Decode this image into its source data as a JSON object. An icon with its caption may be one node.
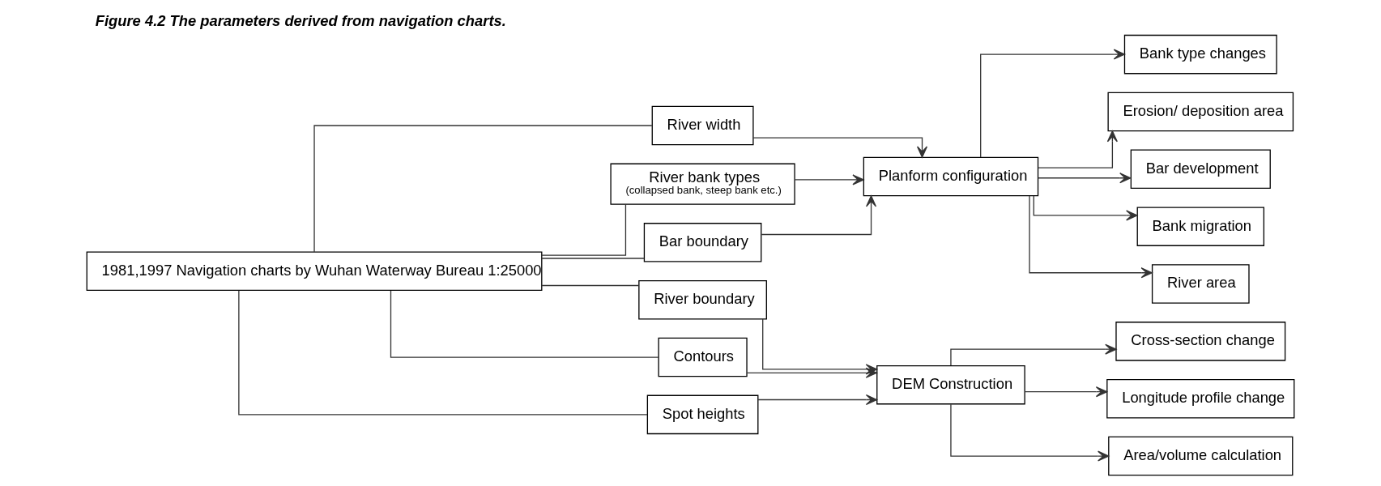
{
  "diagram": {
    "title": "Figure 4.2 The parameters derived from navigation charts.",
    "nodes": [
      {
        "text": [
          "1981,1997 Navigation charts by Wuhan Waterway Bureau 1:25000"
        ]
      },
      {
        "text": [
          "River width"
        ]
      },
      {
        "text": [
          "River bank types",
          "(collapsed bank, steep bank etc.)"
        ]
      },
      {
        "text": [
          "Bar boundary"
        ]
      },
      {
        "text": [
          "River boundary"
        ]
      },
      {
        "text": [
          "Contours"
        ]
      },
      {
        "text": [
          "Spot heights"
        ]
      },
      {
        "text": [
          "Planform configuration"
        ]
      },
      {
        "text": [
          "DEM Construction"
        ]
      },
      {
        "text": [
          "Bank type changes"
        ]
      },
      {
        "text": [
          "Erosion/ deposition area"
        ]
      },
      {
        "text": [
          "Bar development"
        ]
      },
      {
        "text": [
          "Bank migration"
        ]
      },
      {
        "text": [
          "River area"
        ]
      },
      {
        "text": [
          "Cross-section change"
        ]
      },
      {
        "text": [
          "Longitude profile change"
        ]
      },
      {
        "text": [
          "Area/volume calculation"
        ]
      }
    ],
    "edges": [
      {
        "from": 0,
        "to": 1,
        "arrow": "none"
      },
      {
        "from": 0,
        "to": 2,
        "arrow": "none"
      },
      {
        "from": 0,
        "to": 3,
        "arrow": "none"
      },
      {
        "from": 0,
        "to": 4,
        "arrow": "none"
      },
      {
        "from": 0,
        "to": 5,
        "arrow": "none"
      },
      {
        "from": 0,
        "to": 6,
        "arrow": "none"
      },
      {
        "from": 1,
        "to": 7,
        "arrow": "to"
      },
      {
        "from": 2,
        "to": 7,
        "arrow": "to"
      },
      {
        "from": 3,
        "to": 7,
        "arrow": "to"
      },
      {
        "from": 4,
        "to": 8,
        "arrow": "to"
      },
      {
        "from": 5,
        "to": 8,
        "arrow": "to"
      },
      {
        "from": 6,
        "to": 8,
        "arrow": "to"
      },
      {
        "from": 7,
        "to": 9,
        "arrow": "to"
      },
      {
        "from": 7,
        "to": 10,
        "arrow": "to"
      },
      {
        "from": 7,
        "to": 11,
        "arrow": "to"
      },
      {
        "from": 7,
        "to": 12,
        "arrow": "to"
      },
      {
        "from": 7,
        "to": 13,
        "arrow": "to"
      },
      {
        "from": 8,
        "to": 14,
        "arrow": "to"
      },
      {
        "from": 8,
        "to": 15,
        "arrow": "to"
      },
      {
        "from": 8,
        "to": 16,
        "arrow": "to"
      }
    ]
  }
}
